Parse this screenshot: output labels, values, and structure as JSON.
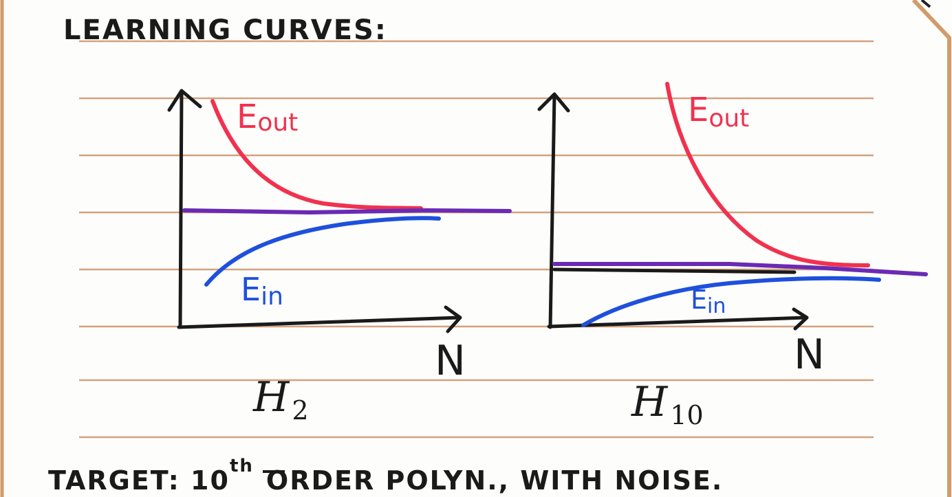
{
  "title": "LEARNING CURVES:",
  "footer": {
    "target_prefix": "TARGET: 10",
    "target_superscript": "th",
    "target_suffix": "ORDER POLYN., WITH NOISE."
  },
  "colors": {
    "paper": "#fdfdfb",
    "ruled_line": "#d2a27e",
    "paper_border": "#d29b6a",
    "ink": "#1a1a1a",
    "e_out": "#f0324f",
    "e_in": "#1e50dc",
    "bias_line": "#6a2ab4"
  },
  "panels": [
    {
      "hypothesis_symbol": "H",
      "hypothesis_subscript": "2",
      "x_axis_label": "N",
      "e_out_label": {
        "base": "E",
        "sub": "out"
      },
      "e_in_label": {
        "base": "E",
        "sub": "in"
      }
    },
    {
      "hypothesis_symbol": "H",
      "hypothesis_subscript": "10",
      "x_axis_label": "N",
      "e_out_label": {
        "base": "E",
        "sub": "out"
      },
      "e_in_label": {
        "base": "E",
        "sub": "in"
      }
    }
  ]
}
